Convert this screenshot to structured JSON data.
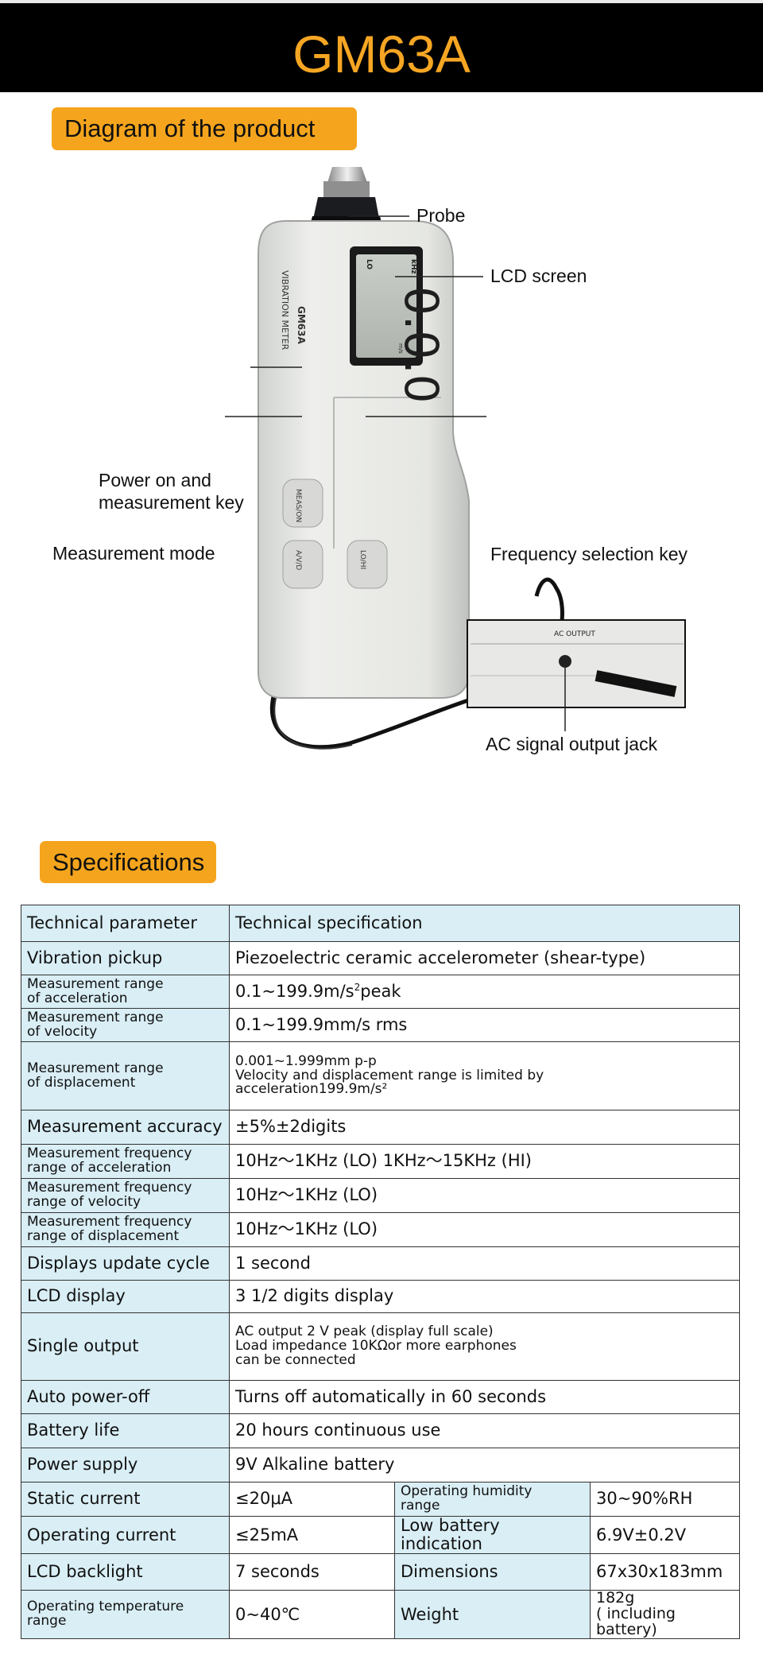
{
  "header": {
    "title": "GM63A"
  },
  "diagram_section": {
    "title": "Diagram of the product",
    "labels": {
      "probe": "Probe",
      "lcd": "LCD screen",
      "power": "Power on and\nmeasurement key",
      "mode": "Measurement mode",
      "freq": "Frequency selection key",
      "jack": "AC signal output jack"
    },
    "device_text": {
      "model": "GM63A",
      "name": "VIBRATION METER",
      "lcd_digits": "0.0.0",
      "lcd_top": "kHz",
      "lcd_lo": "LO",
      "lcd_unit": "m/s",
      "key_meas": "MEAS/ON",
      "key_avd": "A/V/D",
      "key_lohi": "LO/HI",
      "ac_output": "AC OUTPUT"
    }
  },
  "spec_section": {
    "title": "Specifications"
  },
  "specs": {
    "header": {
      "k": "Technical parameter",
      "v": "Technical specification"
    },
    "vibration": {
      "k": "Vibration pickup",
      "v": "Piezoelectric ceramic accelerometer (shear-type)"
    },
    "acc_range": {
      "k": "Measurement range\nof acceleration",
      "v": "0.1~199.9m/s",
      "v_sup": "2",
      "v_tail": "peak"
    },
    "vel_range": {
      "k": "Measurement range\nof velocity",
      "v": "0.1~199.9mm/s rms"
    },
    "disp_range": {
      "k": "Measurement range\nof displacement",
      "v": "0.001~1.999mm p-p\nVelocity and displacement range is limited by\nacceleration199.9m/s²"
    },
    "accuracy": {
      "k": "Measurement accuracy",
      "v": "±5%±2digits"
    },
    "freq_acc": {
      "k": "Measurement frequency\nrange of acceleration",
      "v": "10Hz～1KHz (LO) 1KHz～15KHz (HI)"
    },
    "freq_vel": {
      "k": "Measurement frequency\nrange of velocity",
      "v": "10Hz～1KHz (LO)"
    },
    "freq_disp": {
      "k": "Measurement frequency\nrange of displacement",
      "v": "10Hz～1KHz (LO)"
    },
    "update": {
      "k": "Displays update cycle",
      "v": "1 second"
    },
    "lcd": {
      "k": "LCD display",
      "v": "3 1/2 digits display"
    },
    "single_output": {
      "k": "Single output",
      "v": "AC output 2 V peak (display full scale)\nLoad impedance 10KΩor more earphones\ncan be connected"
    },
    "power_off": {
      "k": "Auto power-off",
      "v": "Turns off automatically in 60 seconds"
    },
    "battery_life": {
      "k": "Battery life",
      "v": "20 hours continuous use"
    },
    "power_supply": {
      "k": "Power supply",
      "v": "9V Alkaline battery"
    },
    "static_current": {
      "k": "Static current",
      "v": "≤20μA",
      "k2": "Operating humidity\nrange",
      "v2": "30~90%RH"
    },
    "operating_current": {
      "k": "Operating current",
      "v": "≤25mA",
      "k2": "Low battery indication",
      "v2": "6.9V±0.2V"
    },
    "backlight": {
      "k": "LCD backlight",
      "v": "7 seconds",
      "k2": "Dimensions",
      "v2": "67x30x183mm"
    },
    "temperature": {
      "k": "Operating temperature\nrange",
      "v": "0~40℃",
      "k2": "Weight",
      "v2": "182g\n( including battery)"
    }
  },
  "colors": {
    "accent": "#f5a51d",
    "header_bg": "#000000",
    "title_color": "#f6a623",
    "cell_bg": "#d9eef5"
  }
}
